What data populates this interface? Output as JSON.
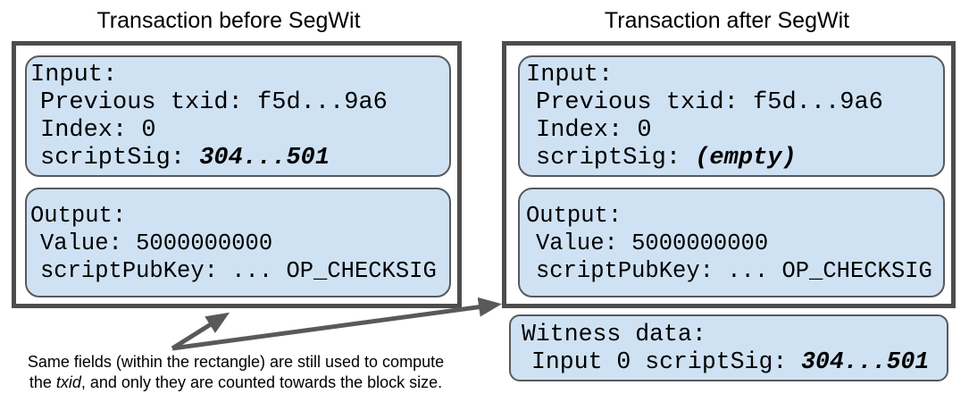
{
  "titles": {
    "before": "Transaction before SegWit",
    "after": "Transaction after SegWit"
  },
  "before_tx": {
    "input": {
      "heading": "Input:",
      "prev_txid": "Previous txid: f5d...9a6",
      "index": "Index: 0",
      "scriptsig_label": "scriptSig: ",
      "scriptsig_value": "304...501"
    },
    "output": {
      "heading": "Output:",
      "value": "Value: 5000000000",
      "scriptpubkey": "scriptPubKey: ... OP_CHECKSIG"
    }
  },
  "after_tx": {
    "input": {
      "heading": "Input:",
      "prev_txid": "Previous txid: f5d...9a6",
      "index": "Index: 0",
      "scriptsig_label": "scriptSig: ",
      "scriptsig_value": "(empty)"
    },
    "output": {
      "heading": "Output:",
      "value": "Value: 5000000000",
      "scriptpubkey": "scriptPubKey: ... OP_CHECKSIG"
    },
    "witness": {
      "heading": "Witness data:",
      "entry_label": "Input 0 scriptSig: ",
      "entry_value": "304...501"
    }
  },
  "annotation": {
    "line1": "Same fields (within the rectangle) are still used to compute",
    "line2_before_italic": "the ",
    "line2_italic": "txid",
    "line2_after_italic": ", and only they are counted towards the block size."
  },
  "colors": {
    "box-fill": "#cfe2f3",
    "inner-border": "#595959",
    "outer-border": "#4d4d4d",
    "arrow": "#595959",
    "text": "#000000"
  }
}
